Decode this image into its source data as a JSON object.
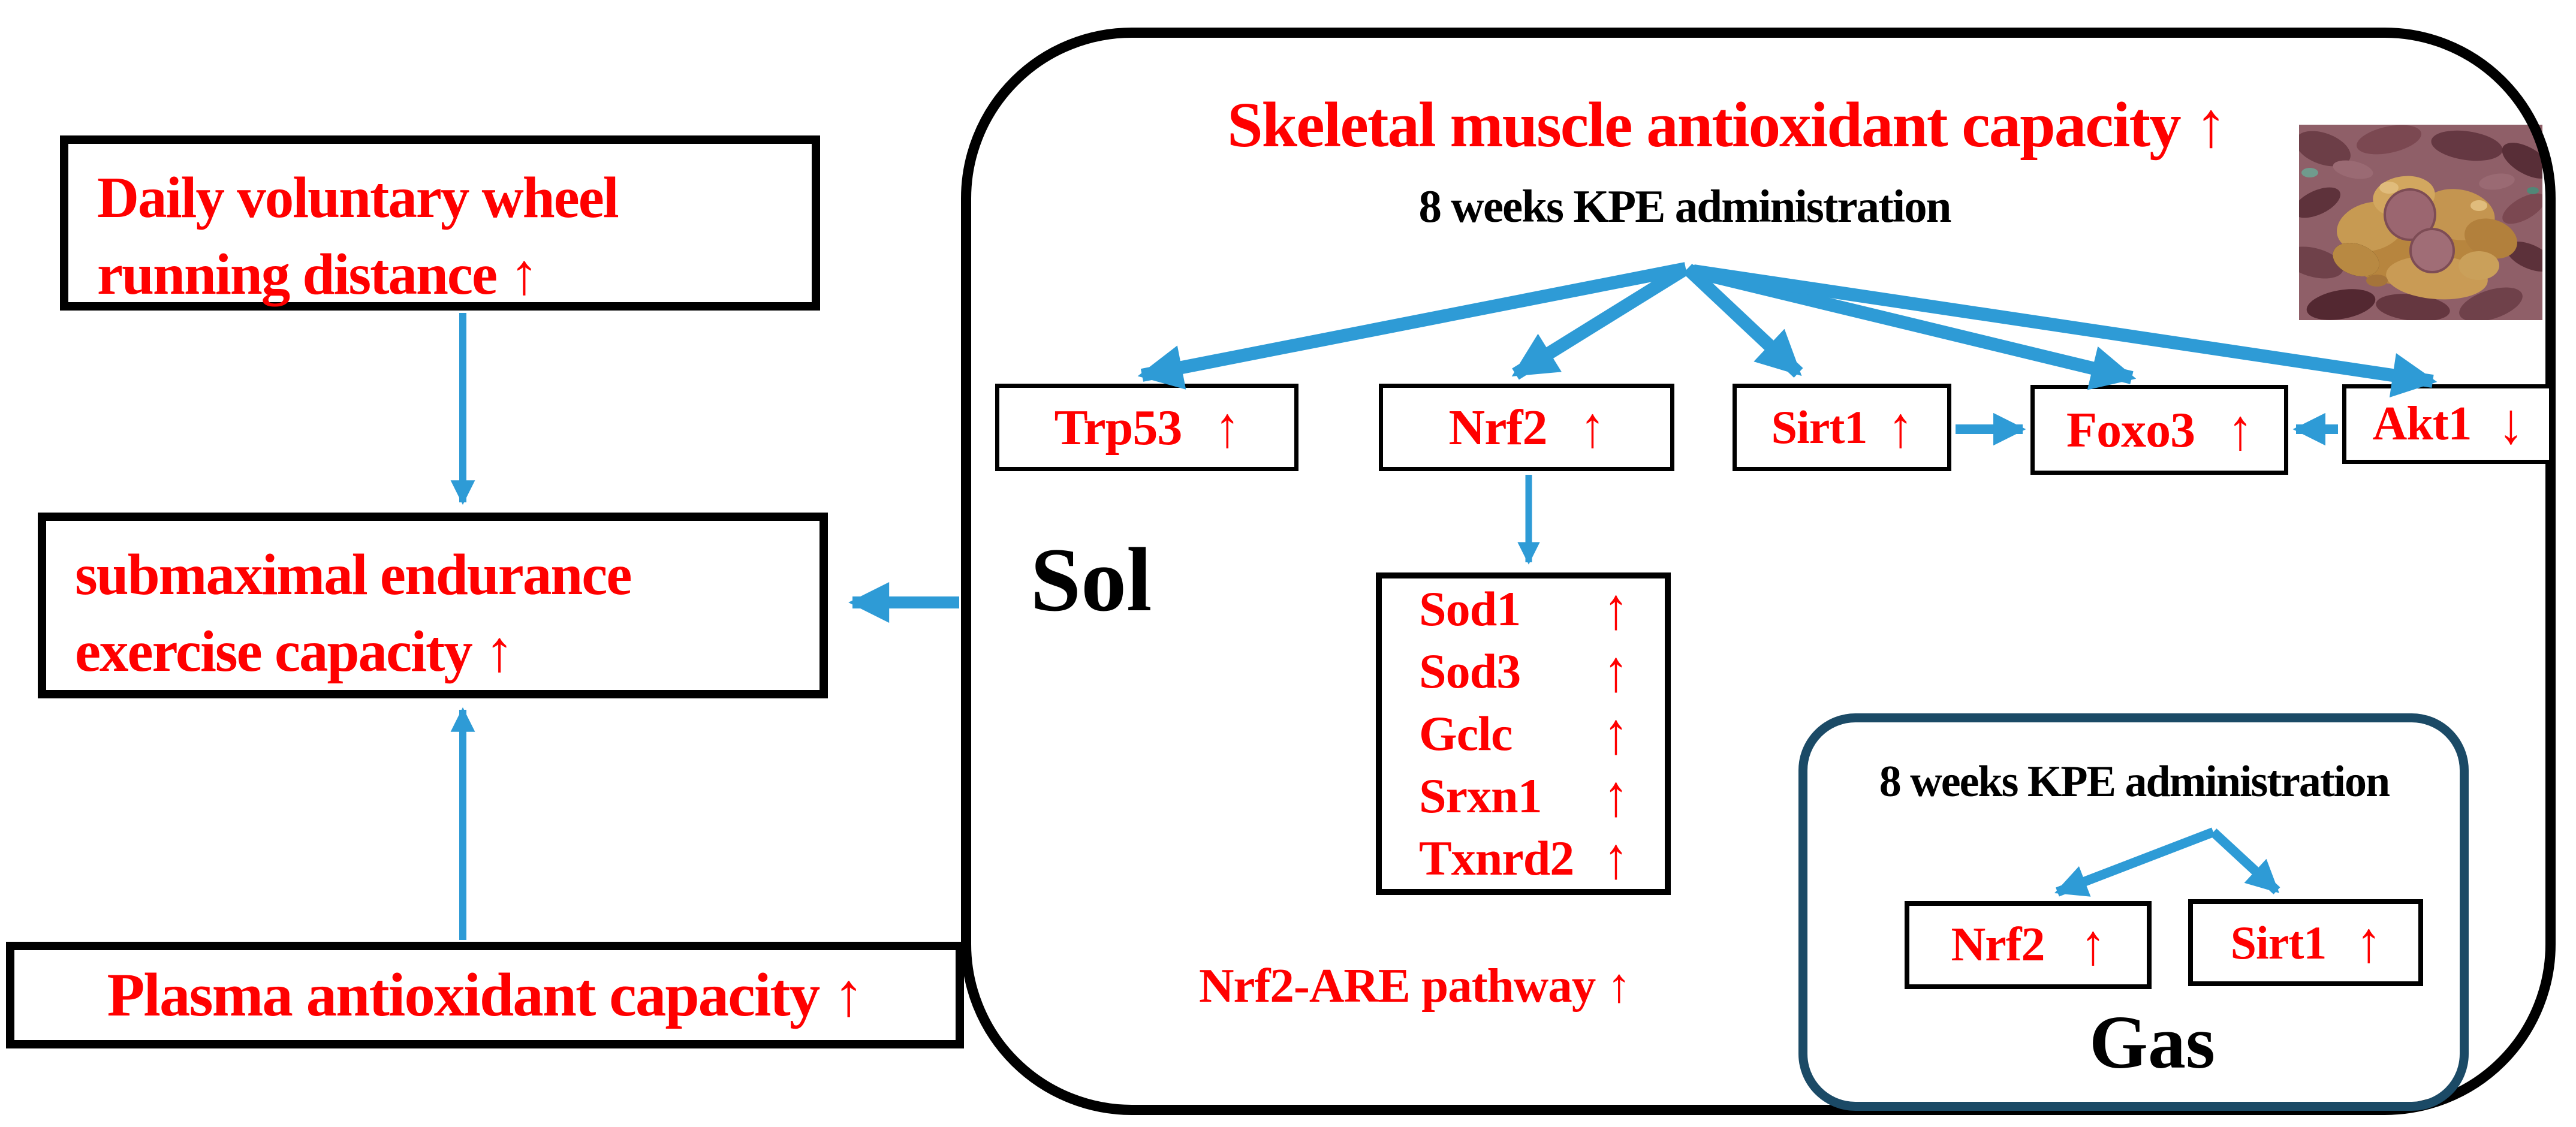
{
  "left": {
    "daily": {
      "line1": "Daily voluntary wheel",
      "line2": "running distance ↑"
    },
    "submax": {
      "line1": "submaximal endurance",
      "line2": "exercise capacity  ↑"
    },
    "plasma": {
      "text": "Plasma antioxidant capacity  ↑"
    }
  },
  "sol": {
    "title": "Skeletal muscle antioxidant capacity  ↑",
    "admin": "8 weeks KPE administration",
    "label": "Sol",
    "genes": [
      {
        "label": "Trp53",
        "arrow": "↑"
      },
      {
        "label": "Nrf2",
        "arrow": "↑"
      },
      {
        "label": "Sirt1",
        "arrow": "↑"
      },
      {
        "label": "Foxo3",
        "arrow": "↑"
      },
      {
        "label": "Akt1",
        "arrow": "↓"
      }
    ],
    "sod_genes": [
      {
        "label": "Sod1",
        "arrow": "↑"
      },
      {
        "label": "Sod3",
        "arrow": "↑"
      },
      {
        "label": "Gclc",
        "arrow": "↑"
      },
      {
        "label": "Srxn1",
        "arrow": "↑"
      },
      {
        "label": "Txnrd2",
        "arrow": "↑"
      }
    ],
    "pathway": "Nrf2-ARE pathway  ↑"
  },
  "gas": {
    "admin": "8 weeks KPE administration",
    "label": "Gas",
    "genes": [
      {
        "label": "Nrf2",
        "arrow": "↑"
      },
      {
        "label": "Sirt1",
        "arrow": "↑"
      }
    ]
  },
  "photo": {
    "subject": "kaempferia-parviflora-rhizomes"
  },
  "colors": {
    "red": "#FF0000",
    "blue": "#2E9BD6",
    "navy": "#1B4A66",
    "black": "#000000"
  }
}
